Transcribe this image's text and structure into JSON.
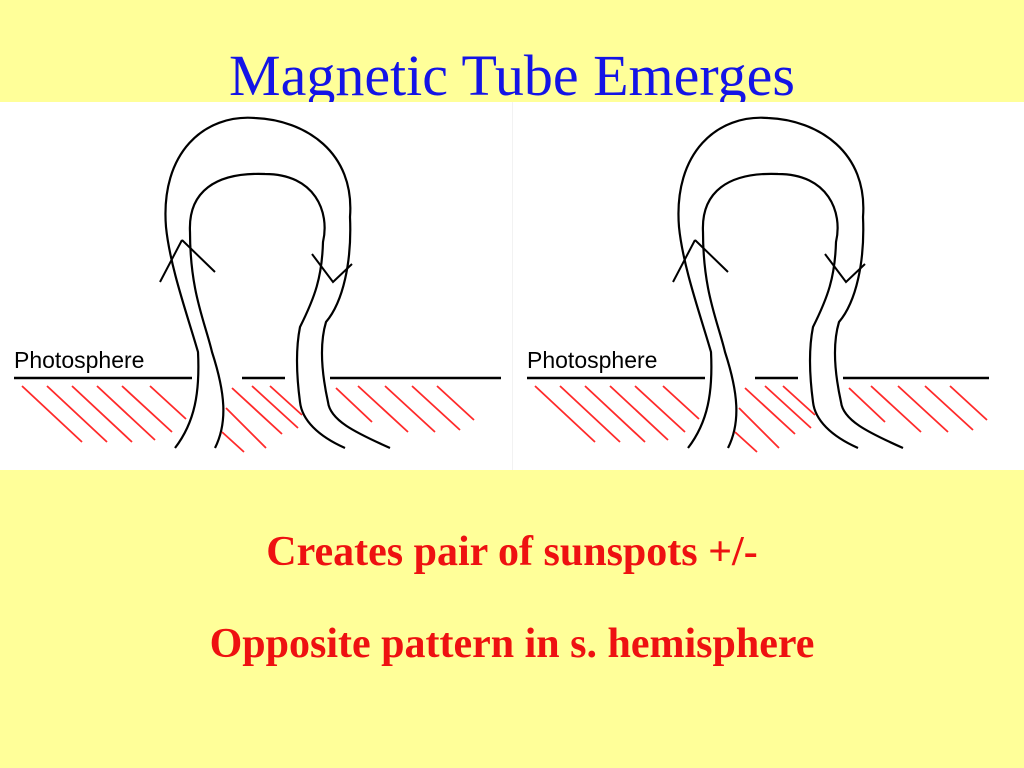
{
  "slide": {
    "title": "Magnetic Tube Emerges",
    "captions": [
      "Creates pair of sunspots +/-",
      "Opposite pattern in s. hemisphere"
    ]
  },
  "diagrams": [
    {
      "surface_label": "Photosphere"
    },
    {
      "surface_label": "Photosphere"
    }
  ],
  "colors": {
    "background": "#ffff99",
    "title": "#1414e6",
    "caption": "#ee1111",
    "hatch": "#ff2a2a",
    "line": "#000000"
  }
}
